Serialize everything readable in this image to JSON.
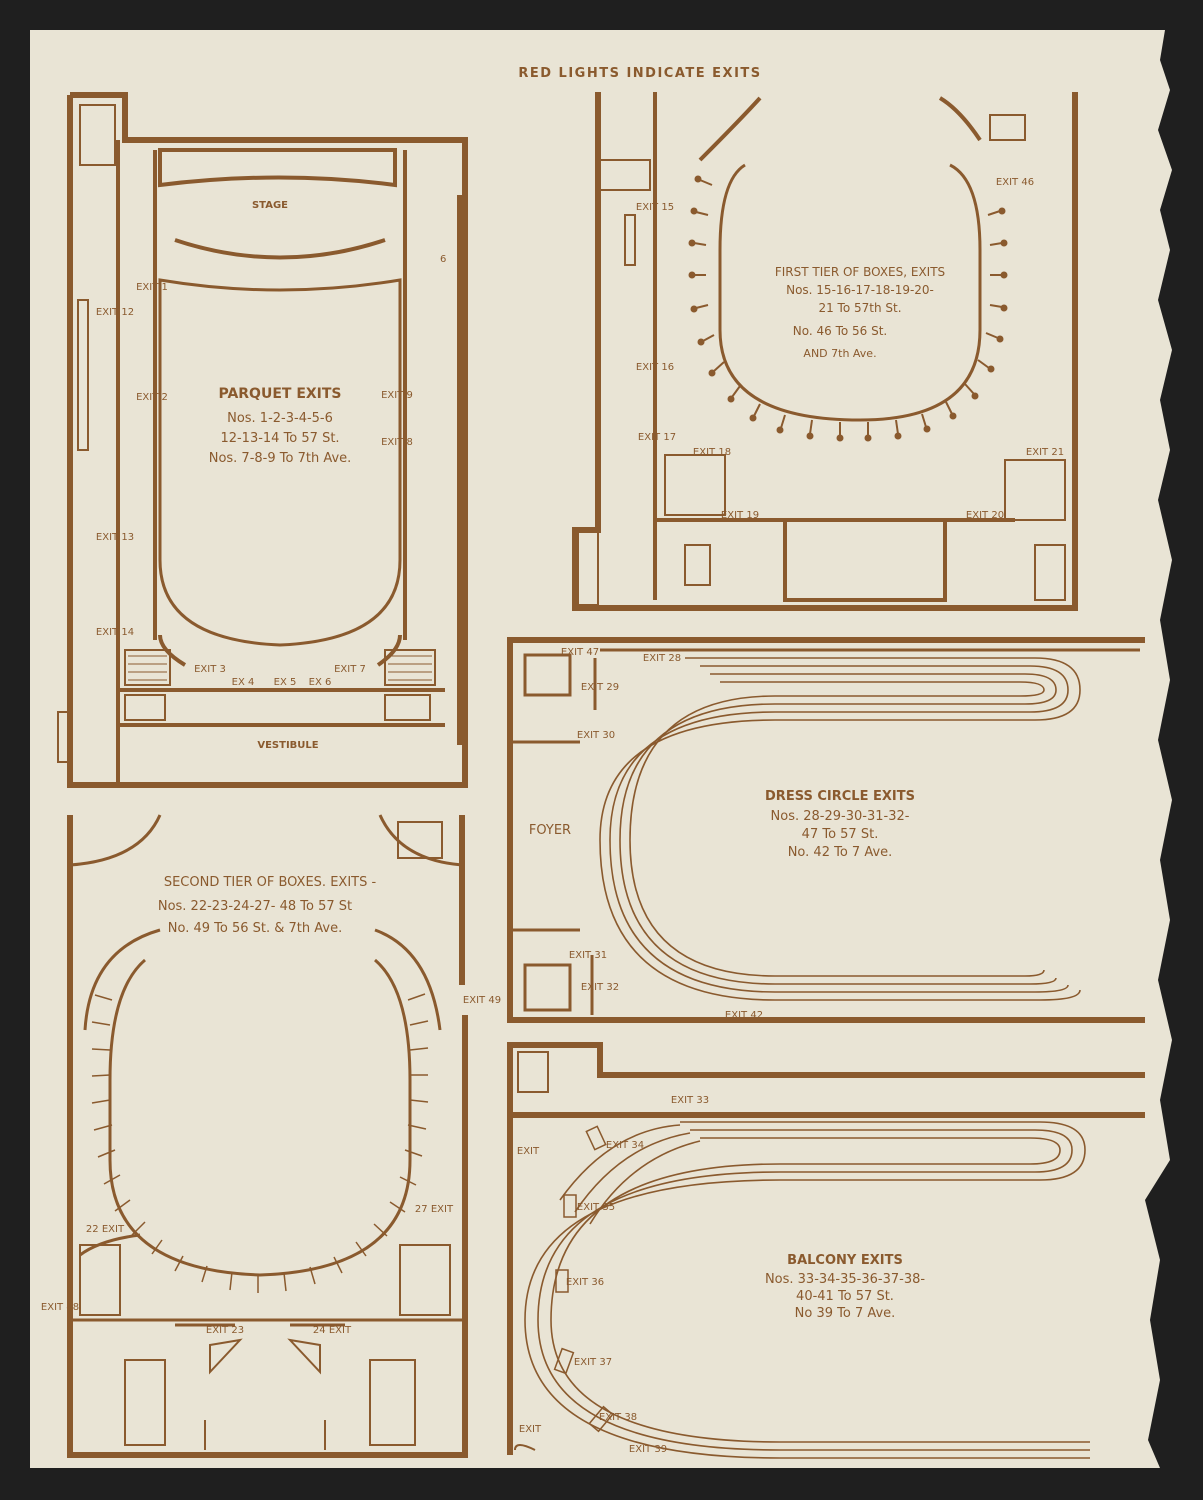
{
  "header": "RED LIGHTS INDICATE EXITS",
  "colors": {
    "paper": "#e9e4d5",
    "ink": "#8a5a2e",
    "background": "#1f1f1f"
  },
  "parquet": {
    "stage": "STAGE",
    "vestibule": "VESTIBULE",
    "title": "PARQUET EXITS",
    "line1": "Nos. 1-2-3-4-5-6",
    "line2": "12-13-14 To 57 St.",
    "line3": "Nos. 7-8-9 To 7th Ave.",
    "exits": {
      "e1": "EXIT 1",
      "e2": "EXIT 2",
      "e3": "EXIT 3",
      "e4": "EX 4",
      "e5": "EX 5",
      "e6": "EX 6",
      "e7": "EXIT 7",
      "e8": "EXIT 8",
      "e9": "EXIT 9",
      "e12": "EXIT 12",
      "e13": "EXIT 13",
      "e14": "EXIT 14"
    },
    "misc6": "6"
  },
  "first_tier": {
    "title": "FIRST TIER OF BOXES, EXITS",
    "line1": "Nos. 15-16-17-18-19-20-",
    "line2": "21 To 57th St.",
    "line3": "No. 46 To 56 St.",
    "line4": "AND 7th Ave.",
    "exits": {
      "e15": "EXIT 15",
      "e16": "EXIT 16",
      "e17": "EXIT 17",
      "e18": "EXIT 18",
      "e19": "EXIT 19",
      "e20": "EXIT 20",
      "e21": "EXIT 21",
      "e46": "EXIT 46"
    }
  },
  "dress_circle": {
    "foyer": "FOYER",
    "title": "DRESS CIRCLE EXITS",
    "line1": "Nos. 28-29-30-31-32-",
    "line2": "47 To 57 St.",
    "line3": "No. 42 To 7 Ave.",
    "exits": {
      "e28": "EXIT 28",
      "e29": "EXIT 29",
      "e30": "EXIT 30",
      "e31": "EXIT 31",
      "e32": "EXIT 32",
      "e42": "EXIT 42",
      "e47": "EXIT 47"
    }
  },
  "second_tier": {
    "title": "SECOND TIER OF BOXES. EXITS -",
    "line1": "Nos. 22-23-24-27- 48 To 57 St",
    "line2": "No. 49 To 56 St. & 7th Ave.",
    "exits": {
      "e22": "22 EXIT",
      "e23": "EXIT 23",
      "e24": "24 EXIT",
      "e27": "27 EXIT",
      "e48": "EXIT 48",
      "e49": "EXIT 49"
    }
  },
  "balcony": {
    "title": "BALCONY EXITS",
    "line1": "Nos. 33-34-35-36-37-38-",
    "line2": "40-41 To 57 St.",
    "line3": "No 39 To 7 Ave.",
    "exits": {
      "e33": "EXIT 33",
      "e34": "EXIT 34",
      "e35": "EXIT 35",
      "e36": "EXIT 36",
      "e37": "EXIT 37",
      "e38": "EXIT 38",
      "e39": "EXIT 39",
      "eL1": "EXIT",
      "eL2": "EXIT"
    }
  }
}
